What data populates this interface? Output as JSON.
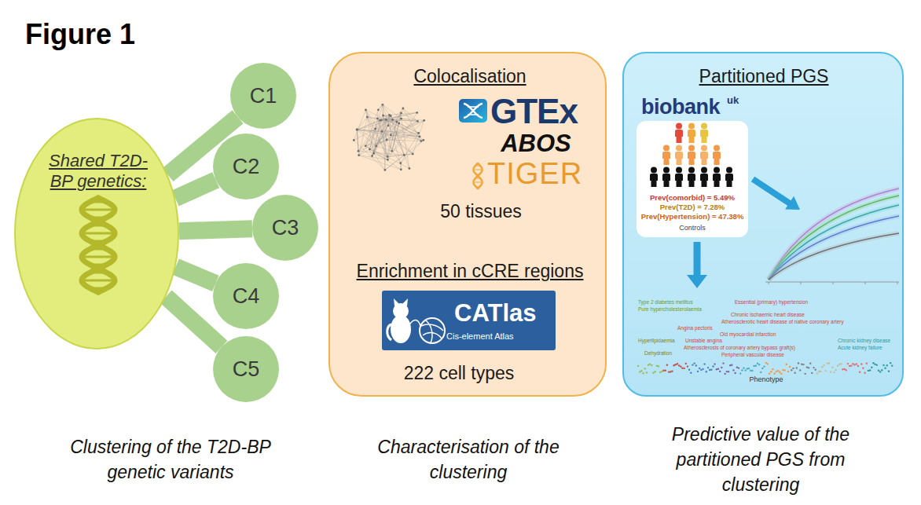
{
  "diagram": {
    "title": "Figure 1",
    "nodes": [
      {
        "text": [
          "Shared T2D-BP genetics:"
        ]
      },
      {
        "text": [
          "C1"
        ]
      },
      {
        "text": [
          "C2"
        ]
      },
      {
        "text": [
          "C3"
        ]
      },
      {
        "text": [
          "C4"
        ]
      },
      {
        "text": [
          "C5"
        ]
      },
      {
        "text": [
          "Colocalisation",
          "GTEx",
          "ABOS",
          "TIGER",
          "50 tissues",
          "Enrichment in cCRE regions",
          "222 cell types"
        ]
      },
      {
        "text": [
          "CATlas",
          "Cis-element Atlas"
        ],
        "in": 6
      },
      {
        "text": [
          "Partitioned PGS",
          "biobank",
          "uk"
        ]
      },
      {
        "text": [
          "Prev(comorbid) = 5.49%",
          "Prev(T2D) = 7.28%",
          "Prev(Hypertension) = 47.38%",
          "Controls"
        ],
        "in": 8
      }
    ],
    "edges": [
      {
        "from": 0,
        "to": 1,
        "arrow": "none"
      },
      {
        "from": 0,
        "to": 2,
        "arrow": "none"
      },
      {
        "from": 0,
        "to": 3,
        "arrow": "none"
      },
      {
        "from": 0,
        "to": 4,
        "arrow": "none"
      },
      {
        "from": 0,
        "to": 5,
        "arrow": "none"
      }
    ],
    "labels": [
      "Type 2 diabetes mellitus",
      "Essential (primary) hypertension",
      "Pure hypercholesterolaemia",
      "Chronic ischaemic heart disease",
      "Atherosclerotic heart disease of native coronary artery",
      "Angina pectoris",
      "Old myocardial infarction",
      "Unstable angina",
      "Hyperlipidaemia",
      "Atherosclerosis of coronary artery bypass graft(s)",
      "Chronic kidney disease",
      "Acute kidney failure",
      "Dehydration",
      "Peripheral vascular disease",
      "Phenotype",
      "Clustering of the T2D-BP genetic variants",
      "Characterisation of the clustering",
      "Predictive value of the partitioned PGS from clustering"
    ]
  }
}
